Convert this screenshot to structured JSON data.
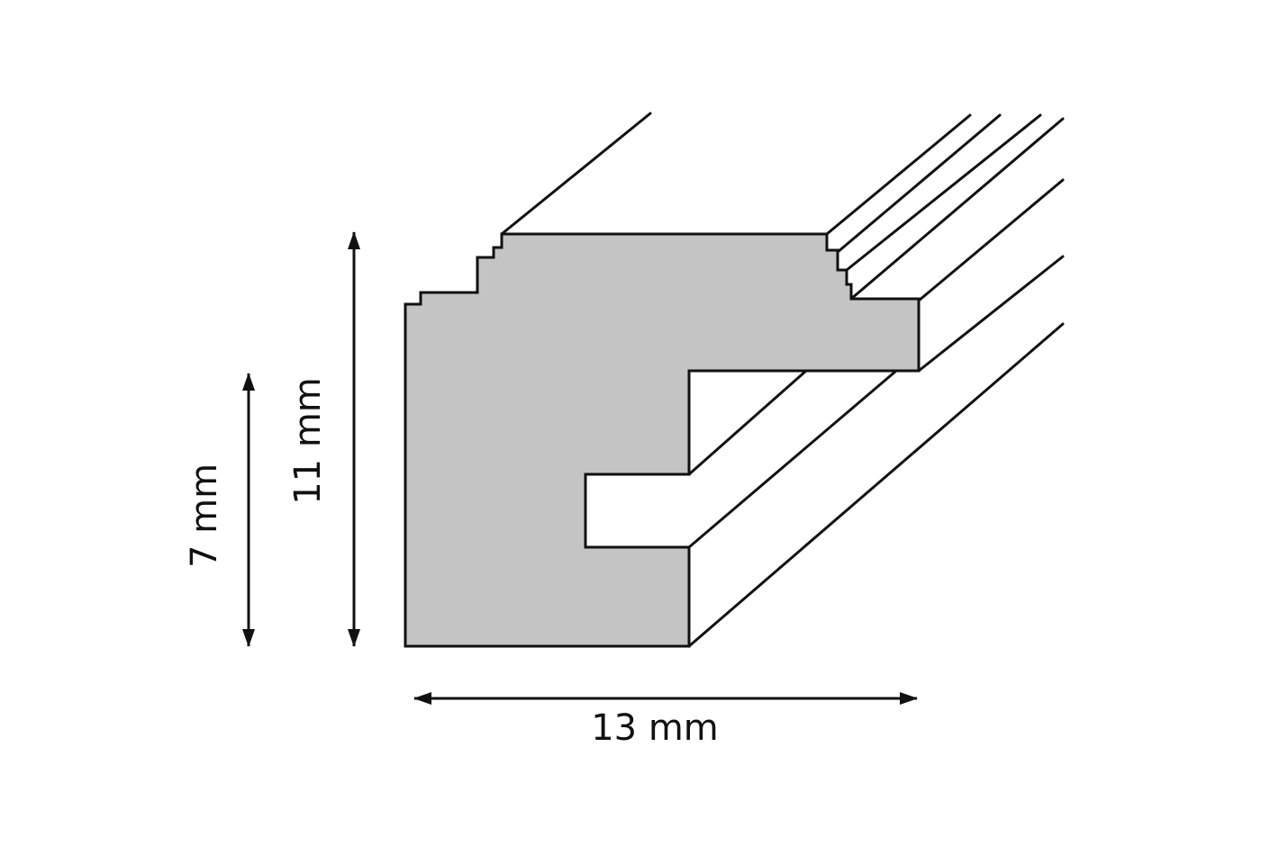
{
  "dimensions": {
    "width_label": "13 mm",
    "height_label": "11 mm",
    "rebate_label": "7 mm"
  },
  "colors": {
    "profile_fill": "#c4c4c4",
    "stroke": "#111111",
    "background": "#ffffff"
  }
}
